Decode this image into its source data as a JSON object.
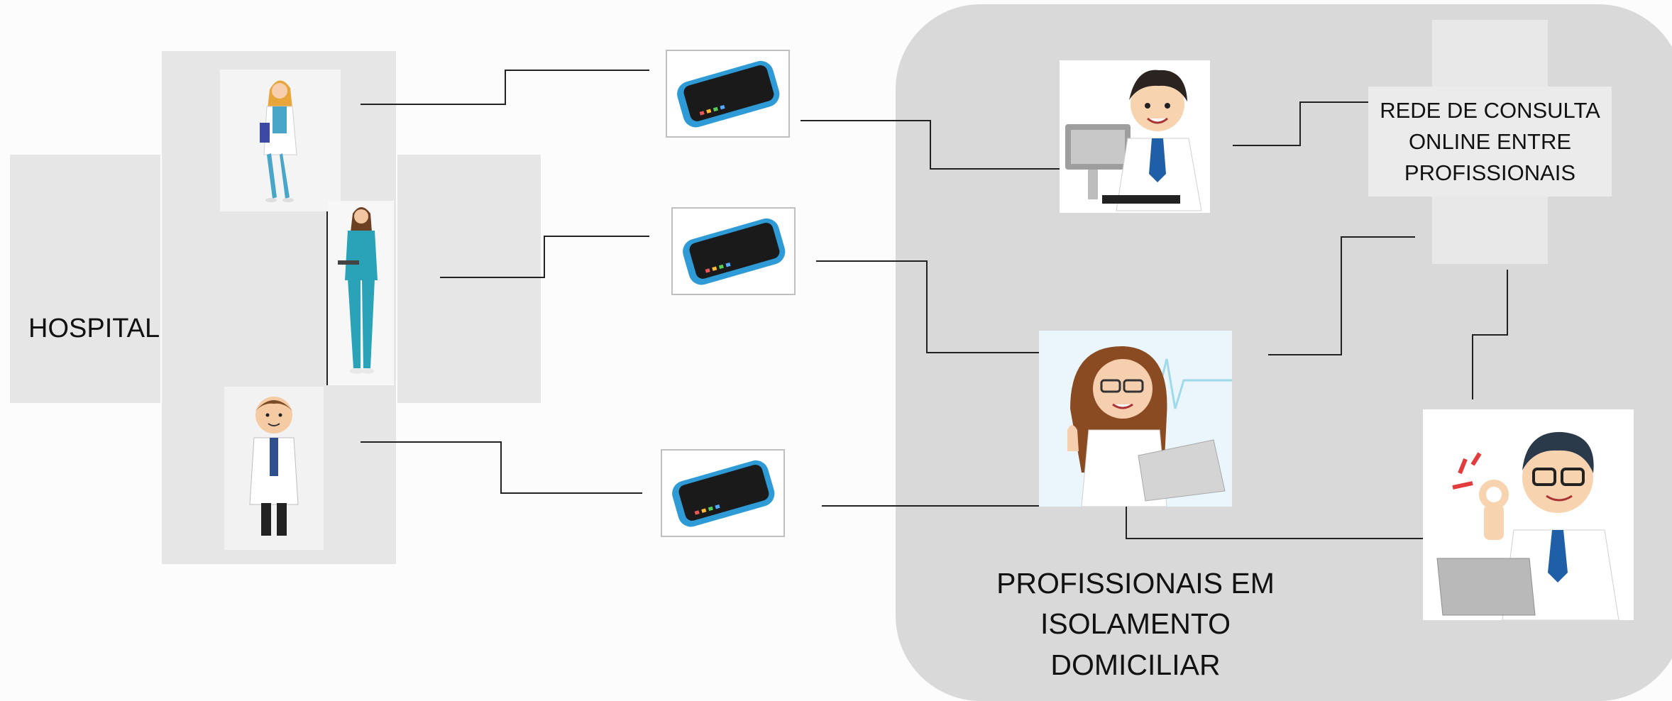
{
  "labels": {
    "hospital": "HOSPITAL",
    "network": "REDE DE CONSULTA ONLINE ENTRE PROFISSIONAIS",
    "home": "PROFISSIONAIS EM ISOLAMENTO DOMICILIAR"
  },
  "colors": {
    "zone_gray": "#d9d9d9",
    "box_gray": "#e6e6e6",
    "phone_body": "#2e9bd6",
    "phone_screen": "#1a1a1a",
    "scrub_teal": "#2aa3b8",
    "line": "#222222"
  },
  "icons": {
    "hospital_doctors": [
      "female-doctor-icon",
      "nurse-icon",
      "male-doctor-icon"
    ],
    "phones": [
      "smartphone-icon",
      "smartphone-icon",
      "smartphone-icon"
    ],
    "home_doctors": [
      "doctor-at-computer-icon",
      "female-doctor-thumbs-up-icon",
      "doctor-ok-gesture-icon"
    ]
  }
}
